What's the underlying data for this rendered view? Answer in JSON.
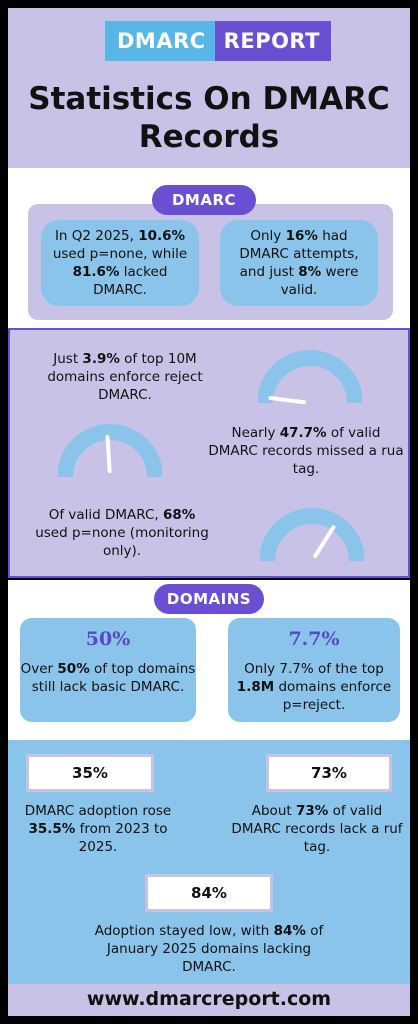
{
  "logo": {
    "part1": "DMARC",
    "part2": "REPORT"
  },
  "title": {
    "line1": "Statistics On DMARC",
    "line2": "Records"
  },
  "dmarc_section": {
    "pill": "DMARC",
    "card1": {
      "t1": "In Q2 2025, ",
      "b1": "10.6%",
      "t2": " used p=none, while ",
      "b2": "81.6%",
      "t3": " lacked DMARC."
    },
    "card2": {
      "t1": "Only ",
      "b1": "16%",
      "t2": " had DMARC attempts, and just ",
      "b2": "8%",
      "t3": " were valid."
    }
  },
  "gauges_section": {
    "stat1": {
      "t1": "Just ",
      "b1": "3.9%",
      "t2": " of top 10M domains enforce reject DMARC."
    },
    "stat2": {
      "t1": "Nearly ",
      "b1": "47.7%",
      "t2": " of valid DMARC records missed a rua tag."
    },
    "stat3": {
      "t1": "Of valid DMARC, ",
      "b1": "68%",
      "t2": " used p=none (monitoring only)."
    },
    "gauge_levels": [
      0.04,
      0.48,
      0.68
    ],
    "colors": {
      "arc": "#8bc4ea",
      "needle": "#ffffff"
    }
  },
  "domains_section": {
    "pill": "DOMAINS",
    "card1": {
      "big": "50%",
      "t1": "Over ",
      "b1": "50%",
      "t2": " of top domains still lack basic DMARC."
    },
    "card2": {
      "big": "7.7%",
      "t1": "Only 7.7% of the top ",
      "b1": "1.8M",
      "t2": " domains enforce p=reject."
    }
  },
  "stats_section": {
    "s1": {
      "box": "35%",
      "t1": "DMARC adoption rose ",
      "b1": "35.5%",
      "t2": " from 2023 to 2025."
    },
    "s2": {
      "box": "73%",
      "t1": "About ",
      "b1": "73%",
      "t2": " of valid DMARC records lack a ruf tag."
    },
    "s3": {
      "box": "84%",
      "t1": "Adoption stayed low, with ",
      "b1": "84%",
      "t2": " of January 2025 domains lacking DMARC."
    }
  },
  "footer": {
    "url": "www.dmarcreport.com"
  },
  "colors": {
    "purple": "#6a4fd3",
    "lavender": "#c8c3e6",
    "blue": "#8bc4ea"
  }
}
